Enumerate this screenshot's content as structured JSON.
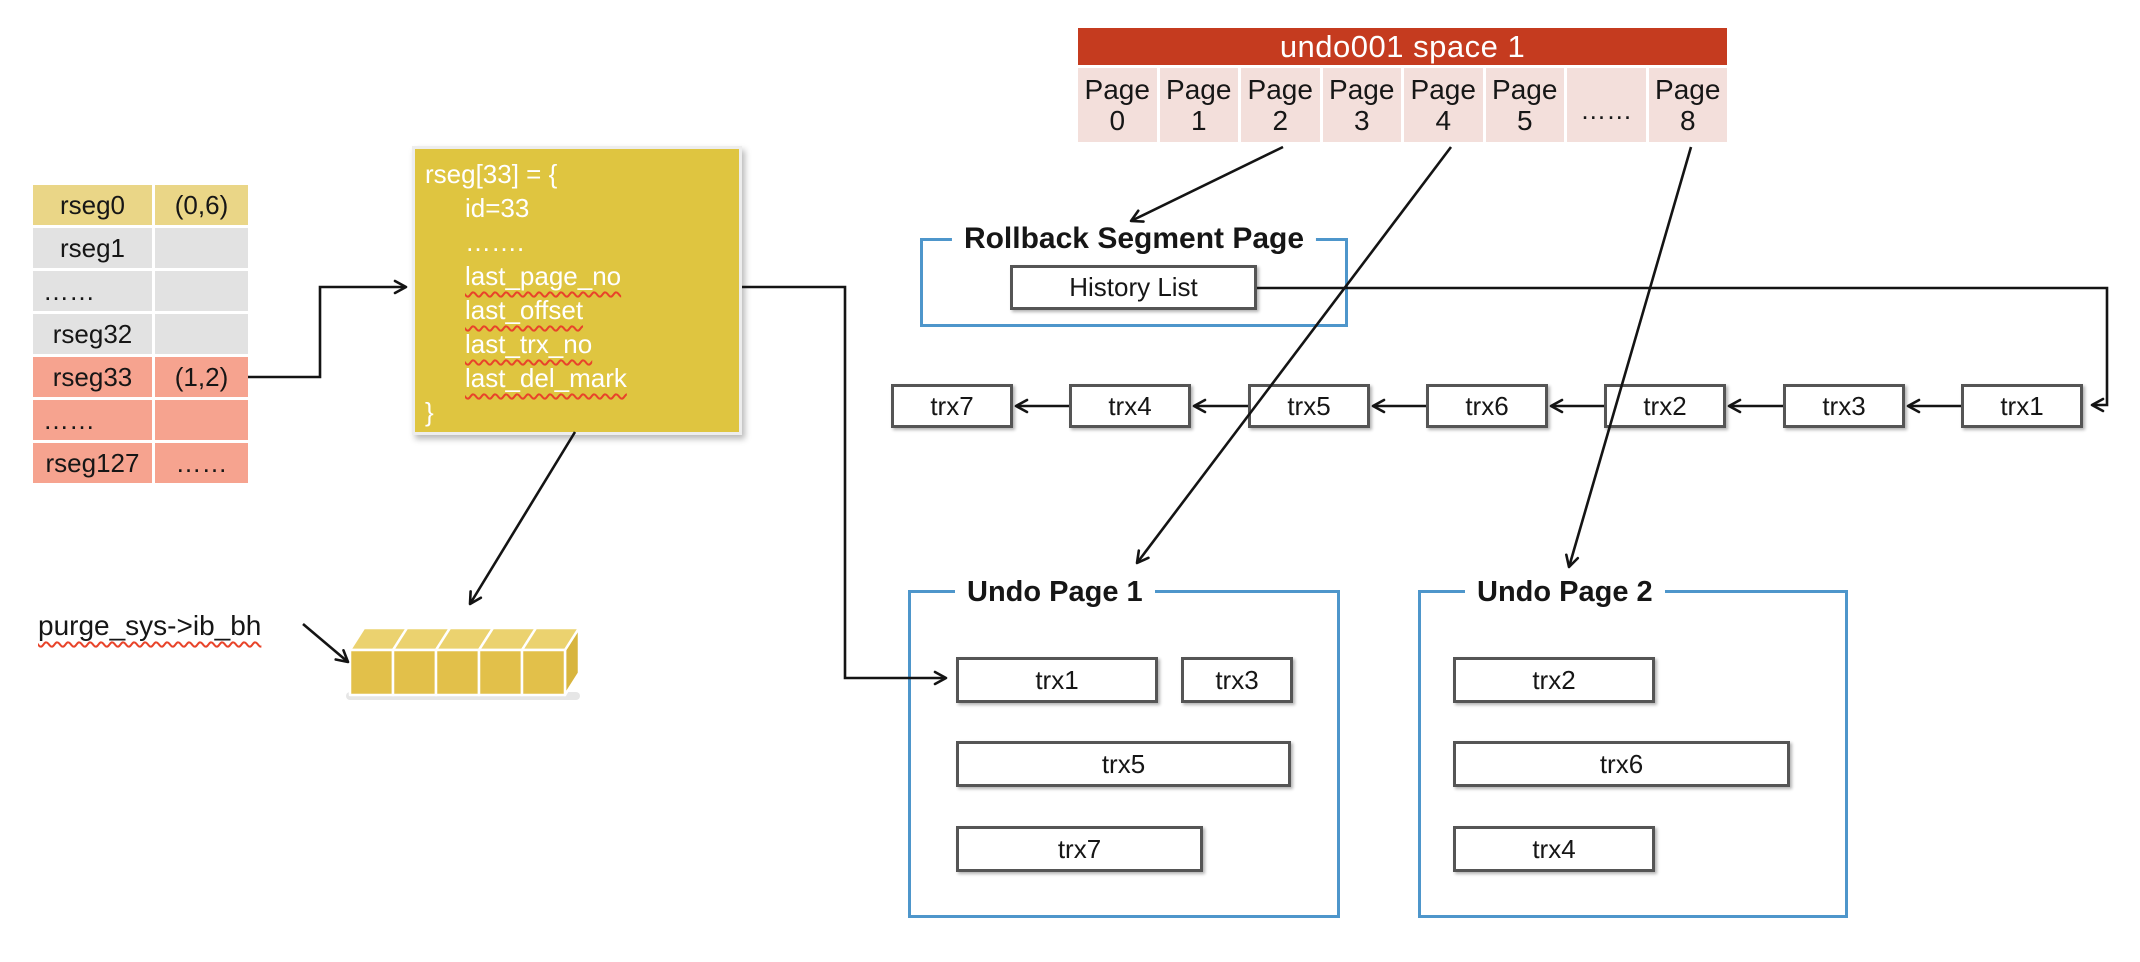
{
  "undo_space": {
    "title": "undo001 space 1",
    "pages": [
      "Page 0",
      "Page 1",
      "Page 2",
      "Page 3",
      "Page 4",
      "Page 5",
      "……",
      "Page 8"
    ]
  },
  "rseg_table": {
    "rows": [
      {
        "name": "rseg0",
        "value": "(0,6)",
        "color": "yellow"
      },
      {
        "name": "rseg1",
        "value": "",
        "color": "gray"
      },
      {
        "name": "……",
        "value": "",
        "color": "gray"
      },
      {
        "name": "rseg32",
        "value": "",
        "color": "gray"
      },
      {
        "name": "rseg33",
        "value": "(1,2)",
        "color": "salmon"
      },
      {
        "name": "……",
        "value": "",
        "color": "salmon"
      },
      {
        "name": "rseg127",
        "value": "……",
        "color": "salmon"
      }
    ]
  },
  "rseg_struct": {
    "lines": [
      {
        "text": "rseg[33] = {",
        "indent": false,
        "underline": false
      },
      {
        "text": "id=33",
        "indent": true,
        "underline": false
      },
      {
        "text": "…….",
        "indent": true,
        "underline": false
      },
      {
        "text": "last_page_no",
        "indent": true,
        "underline": true
      },
      {
        "text": "last_offset",
        "indent": true,
        "underline": true
      },
      {
        "text": "last_trx_no",
        "indent": true,
        "underline": true
      },
      {
        "text": "last_del_mark",
        "indent": true,
        "underline": true
      },
      {
        "text": "}",
        "indent": false,
        "underline": false
      }
    ]
  },
  "rollback_segment_page": {
    "title": "Rollback Segment Page",
    "history_list": "History List"
  },
  "trx_chain": [
    "trx7",
    "trx4",
    "trx5",
    "trx6",
    "trx2",
    "trx3",
    "trx1"
  ],
  "undo_page_1": {
    "title": "Undo Page 1",
    "items": [
      "trx1",
      "trx3",
      "trx5",
      "trx7"
    ]
  },
  "undo_page_2": {
    "title": "Undo Page 2",
    "items": [
      "trx2",
      "trx6",
      "trx4"
    ]
  },
  "purge_label": "purge_sys->ib_bh",
  "colors": {
    "header_red": "#C53B1F",
    "page_pink": "#F3DFDB",
    "struct_yellow": "#DFC540",
    "row_yellow": "#EAD687",
    "row_gray": "#E2E2E2",
    "row_salmon": "#F6A38F",
    "frame_blue": "#4E96CB",
    "box_border": "#555555",
    "line_black": "#141414",
    "underline_red": "#E8442A",
    "cube_front": "#E2C04A",
    "cube_top": "#EBD26F",
    "cube_side": "#D8B53E"
  }
}
